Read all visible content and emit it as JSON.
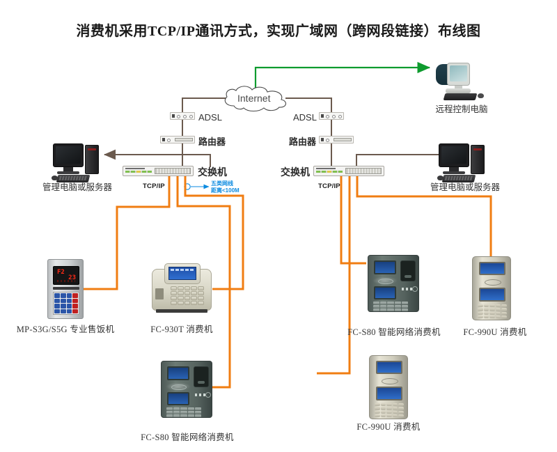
{
  "title": "消费机采用TCP/IP通讯方式，实现广域网（跨网段链接）布线图",
  "colors": {
    "cable_orange": "#F07D12",
    "link_brown": "#6B5A4E",
    "remote_green": "#0E9B2E",
    "note_blue": "#0B8AE0",
    "background": "#FFFFFF"
  },
  "network": {
    "cloud_label": "Internet",
    "left": {
      "adsl_label": "ADSL",
      "router_label": "路由器",
      "switch_label": "交换机",
      "tcpip_label": "TCP/IP",
      "pc_label": "管理电脑或服务器"
    },
    "right": {
      "adsl_label": "ADSL",
      "router_label": "路由器",
      "switch_label": "交换机",
      "tcpip_label": "TCP/IP",
      "pc_label": "管理电脑或服务器"
    },
    "remote": {
      "label": "远程控制电脑"
    },
    "cable_note": {
      "line1": "五类网线",
      "line2": "距离<100M"
    }
  },
  "devices": [
    {
      "id": "mp-s3g",
      "caption": "MP-S3G/S5G 专业售饭机"
    },
    {
      "id": "fc-930t",
      "caption": "FC-930T 消费机"
    },
    {
      "id": "fc-s80-r",
      "caption": "FC-S80 智能网络消费机"
    },
    {
      "id": "fc-990u-r",
      "caption": "FC-990U 消费机"
    },
    {
      "id": "fc-s80-b",
      "caption": "FC-S80 智能网络消费机"
    },
    {
      "id": "fc-990u-b",
      "caption": "FC-990U 消费机"
    }
  ]
}
